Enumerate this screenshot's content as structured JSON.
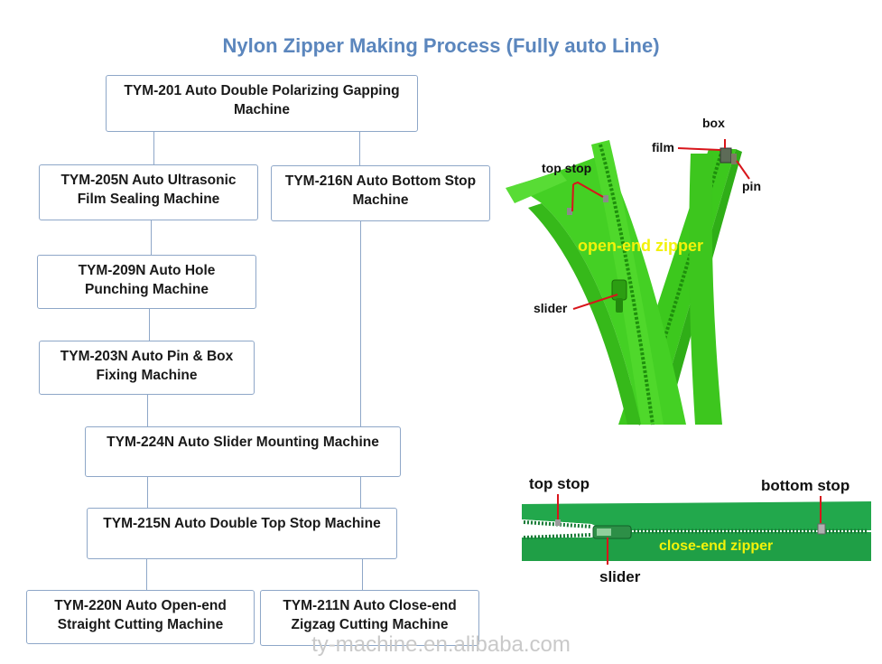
{
  "title": "Nylon Zipper Making Process (Fully auto Line)",
  "nodes": {
    "tym201": "TYM-201 Auto Double Polarizing Gapping\nMachine",
    "tym205n": "TYM-205N Auto Ultrasonic\nFilm Sealing Machine",
    "tym216n": "TYM-216N Auto Bottom Stop\nMachine",
    "tym209n": "TYM-209N Auto Hole\nPunching Machine",
    "tym203n": "TYM-203N Auto Pin & Box\nFixing Machine",
    "tym224n": "TYM-224N Auto Slider Mounting Machine",
    "tym215n": "TYM-215N Auto Double Top Stop Machine",
    "tym220n": "TYM-220N Auto Open-end\nStraight Cutting Machine",
    "tym211n": "TYM-211N Auto Close-end\nZigzag Cutting Machine"
  },
  "open_end": {
    "name": "open-end zipper",
    "labels": {
      "box": "box",
      "film": "film",
      "pin": "pin",
      "top_stop": "top stop",
      "slider": "slider"
    }
  },
  "close_end": {
    "name": "close-end zipper",
    "labels": {
      "top_stop": "top stop",
      "bottom_stop": "bottom stop",
      "slider": "slider"
    }
  },
  "colors": {
    "title": "#5b86bd",
    "box_border": "#8ea7c8",
    "open_zipper_green": "#3fd21f",
    "close_zipper_green": "#21a64a",
    "annotation_red": "#d8151b",
    "zipper_name_yellow": "#f2f20a"
  },
  "watermark": "ty-machine.en.alibaba.com"
}
